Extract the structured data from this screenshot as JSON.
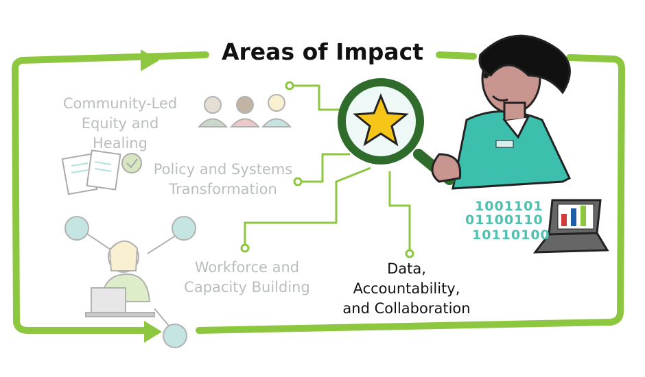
{
  "title": "Areas of Impact",
  "areas": [
    {
      "label_line1": "Community-Led",
      "label_line2": "Equity and Healing",
      "state": "faded"
    },
    {
      "label_line1": "Policy and Systems",
      "label_line2": "Transformation",
      "state": "faded"
    },
    {
      "label_line1": "Workforce and",
      "label_line2": "Capacity Building",
      "state": "faded"
    },
    {
      "label_line1": "Data, Accountability,",
      "label_line2": "and Collaboration",
      "state": "active"
    }
  ],
  "binary": [
    "1001101",
    "01100110",
    "10110100"
  ],
  "colors": {
    "frame": "#8dc63f",
    "faded_text": "#b9bdbb",
    "binary": "#4fbfb0",
    "magnifier": "#2f6b2a",
    "star": "#f5c518",
    "teal_shirt": "#3dbfae"
  }
}
